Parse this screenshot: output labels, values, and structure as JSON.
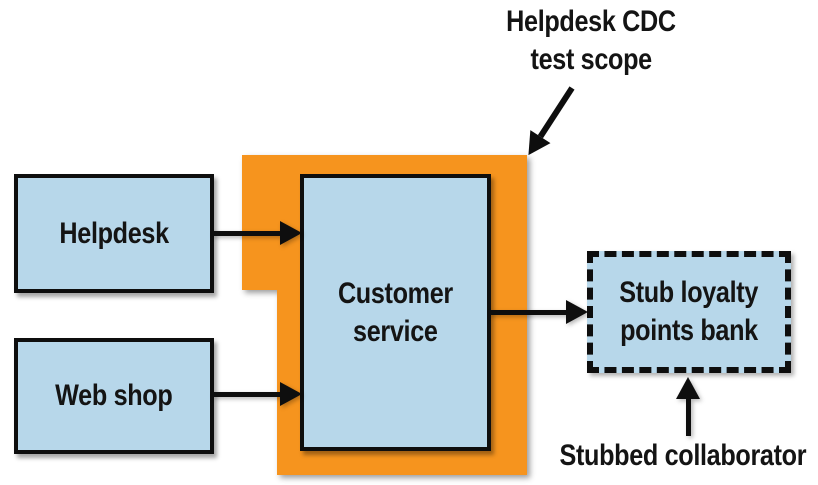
{
  "diagram": {
    "scope_annotation": {
      "line1": "Helpdesk CDC",
      "line2": "test scope"
    },
    "nodes": {
      "helpdesk": {
        "label": "Helpdesk"
      },
      "web_shop": {
        "label": "Web shop"
      },
      "customer_service": {
        "label_line1": "Customer",
        "label_line2": "service"
      },
      "stub_loyalty_points_bank": {
        "label_line1": "Stub loyalty",
        "label_line2": "points bank"
      }
    },
    "bottom_annotation": {
      "label": "Stubbed collaborator"
    },
    "colors": {
      "scope_highlight": "#F6941E",
      "node_fill": "#B7D7EA",
      "line_and_border": "#0E0E0E",
      "background": "#FFFFFF"
    }
  }
}
